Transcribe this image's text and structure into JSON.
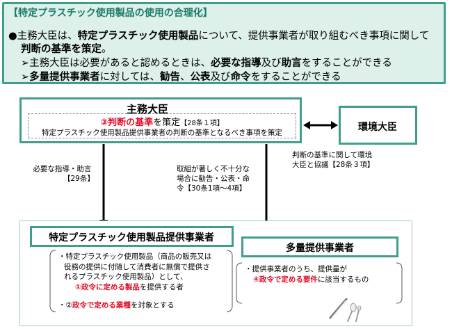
{
  "top": {
    "title": "【特定プラスチック使用製品の使用の合理化】",
    "line1_a": "●主務大臣は、",
    "line1_b": "特定プラスチック使用製品",
    "line1_c": "について、提供事業者が取り組むべき事項に関して",
    "line1_d": "判断の基準を策定",
    "line1_e": "。",
    "line2_a": "➢主務大臣は必要があると認めるときは、",
    "line2_b": "必要な指導",
    "line2_c": "及び",
    "line2_d": "助言",
    "line2_e": "をすることができる",
    "line3_a": "➢",
    "line3_b": "多量提供事業者",
    "line3_c": "に対しては、",
    "line3_d": "勧告",
    "line3_e": "、",
    "line3_f": "公表",
    "line3_g": "及び",
    "line3_h": "命令",
    "line3_i": "をすることができる"
  },
  "minister": {
    "title": "主務大臣",
    "criteria_num": "③",
    "criteria_red": "判断の基準",
    "criteria_rest": "を策定",
    "criteria_ref": "【28条１項】",
    "criteria_sub": "特定プラスチック使用製品提供事業者の判断の基準となるべき事項を策定"
  },
  "env": {
    "label": "環境大臣"
  },
  "notes": {
    "left_1": "必要な指導・助言",
    "left_2": "【29条】",
    "mid_1": "取組が著しく不十分な",
    "mid_2": "場合に勧告・公表・命",
    "mid_3": "令【30条1項～4項】",
    "right_1": "判断の基準に関して環境",
    "right_2": "大臣と協議【28条３項】"
  },
  "business": {
    "title": "特定プラスチック使用製品提供事業者",
    "b1_1": "・特定プラスチック使用製品（商品の販売又は",
    "b1_2": "役務の提供に付随して消費者に無償で提供さ",
    "b1_3": "れるプラスチック使用製品）として、",
    "b1_4a": "①",
    "b1_4b": "政令に定める製品",
    "b1_4c": "を提供する者",
    "b2_a": "・②",
    "b2_b": "政令で定める業種",
    "b2_c": "を対象とする"
  },
  "big_provider": {
    "title": "多量提供事業者",
    "b1": "・提供事業者のうち、提供量が",
    "b2a": "④",
    "b2b": "政令で定める要件",
    "b2c": "に該当するもの"
  }
}
